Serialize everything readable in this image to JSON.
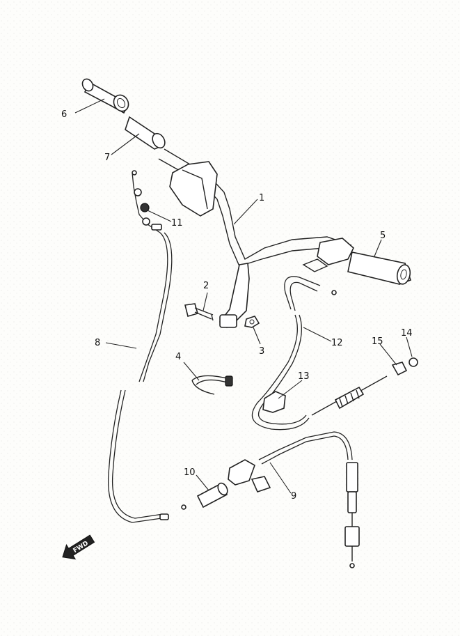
{
  "diagram": {
    "callouts": [
      "1",
      "2",
      "3",
      "4",
      "5",
      "6",
      "7",
      "8",
      "9",
      "10",
      "11",
      "12",
      "13",
      "14",
      "15"
    ],
    "front_arrow": "FWD"
  }
}
